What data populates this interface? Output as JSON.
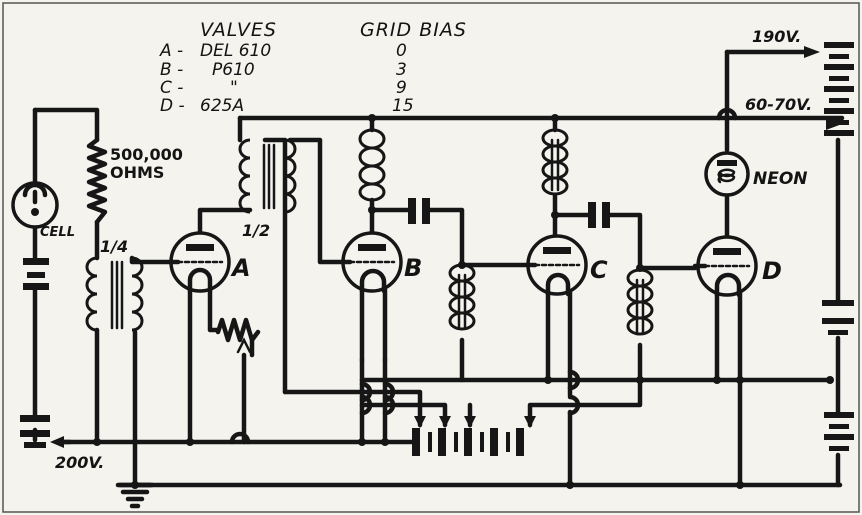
{
  "header": {
    "valves_title": "VALVES",
    "bias_title": "GRID BIAS",
    "rows": [
      {
        "key": "A -",
        "valve": "DEL 610",
        "bias": "0"
      },
      {
        "key": "B -",
        "valve": "P610",
        "bias": "3"
      },
      {
        "key": "C -",
        "valve": "\"",
        "bias": "9"
      },
      {
        "key": "D -",
        "valve": "625A",
        "bias": "15"
      }
    ]
  },
  "labels": {
    "resistor_1": "500,000",
    "resistor_2": "OHMS",
    "cell": "CELL",
    "ratio_a": "1/4",
    "ratio_b": "1/2",
    "valve_a": "A",
    "valve_b": "B",
    "valve_c": "C",
    "valve_d": "D",
    "neon": "NEON",
    "v190": "190V.",
    "v6070": "60-70V.",
    "v200": "200V."
  }
}
